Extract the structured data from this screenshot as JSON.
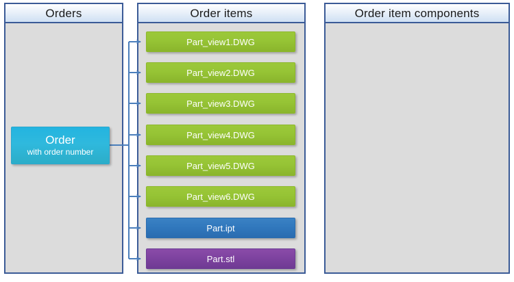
{
  "panels": [
    {
      "id": "orders",
      "title": "Orders"
    },
    {
      "id": "items",
      "title": "Order items"
    },
    {
      "id": "components",
      "title": "Order item components"
    }
  ],
  "order_node": {
    "title": "Order",
    "subtitle": "with  order number",
    "color": "#2fb9dd"
  },
  "items": [
    {
      "label": "Part_view1.DWG",
      "type": "dwg",
      "color": "#96c435"
    },
    {
      "label": "Part_view2.DWG",
      "type": "dwg",
      "color": "#96c435"
    },
    {
      "label": "Part_view3.DWG",
      "type": "dwg",
      "color": "#96c435"
    },
    {
      "label": "Part_view4.DWG",
      "type": "dwg",
      "color": "#96c435"
    },
    {
      "label": "Part_view5.DWG",
      "type": "dwg",
      "color": "#96c435"
    },
    {
      "label": "Part_view6.DWG",
      "type": "dwg",
      "color": "#96c435"
    },
    {
      "label": "Part.ipt",
      "type": "ipt",
      "color": "#3178bd"
    },
    {
      "label": "Part.stl",
      "type": "stl",
      "color": "#7e43a0"
    }
  ],
  "components": [],
  "connector": {
    "color": "#4a7ebb",
    "arrow": "arrow-right-icon"
  },
  "theme": {
    "panel_border": "#3a5a96",
    "panel_background": "#dcdcdc",
    "header_accent": "#cfe0f3"
  }
}
